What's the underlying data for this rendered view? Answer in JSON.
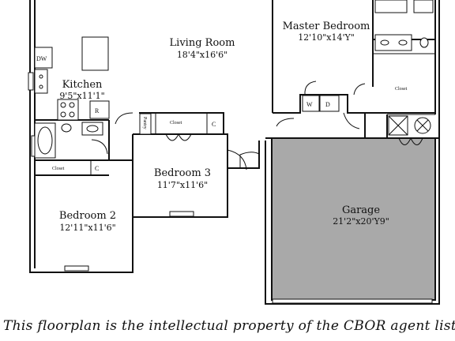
{
  "rooms": {
    "living_room": {
      "name": "Living Room",
      "dims": "18'4\"x16'6\""
    },
    "master_bedroom": {
      "name": "Master Bedroom",
      "dims": "12'10\"x14'Y\""
    },
    "kitchen": {
      "name": "Kitchen",
      "dims": "9'5\"x11'1\""
    },
    "bedroom_3": {
      "name": "Bedroom 3",
      "dims": "11'7\"x11'6\""
    },
    "bedroom_2": {
      "name": "Bedroom 2",
      "dims": "12'11\"x11'6\""
    },
    "garage": {
      "name": "Garage",
      "dims": "21'2\"x20'Y9\""
    }
  },
  "labels": {
    "dw": "DW",
    "range": "R",
    "pantry": "Pantry",
    "closet": "Closet",
    "c": "C",
    "washer": "W",
    "dryer": "D"
  },
  "caption": "This floorplan is the intellectual property of the CBOR agent listing",
  "colors": {
    "garage_fill": "#a9a9a9",
    "wall": "#111111",
    "background": "#ffffff"
  }
}
